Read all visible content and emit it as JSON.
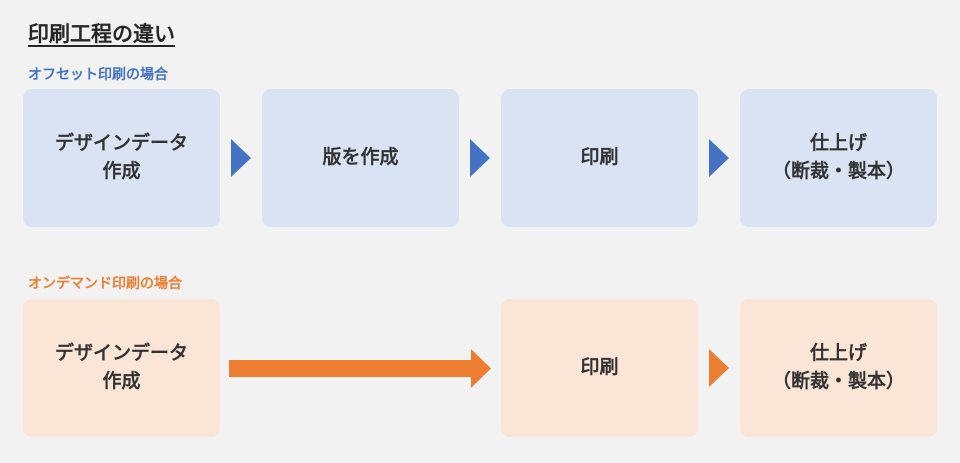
{
  "title": "印刷工程の違い",
  "colors": {
    "blue": "#4472c4",
    "orange": "#ed7d31",
    "blue_box": "#dae3f3",
    "orange_box": "#fbe5d6"
  },
  "offset": {
    "label": "オフセット印刷の場合",
    "steps": [
      "デザインデータ\n作成",
      "版を作成",
      "印刷",
      "仕上げ\n（断裁・製本）"
    ]
  },
  "ondemand": {
    "label": "オンデマンド印刷の場合",
    "steps": [
      "デザインデータ\n作成",
      "印刷",
      "仕上げ\n（断裁・製本）"
    ]
  }
}
